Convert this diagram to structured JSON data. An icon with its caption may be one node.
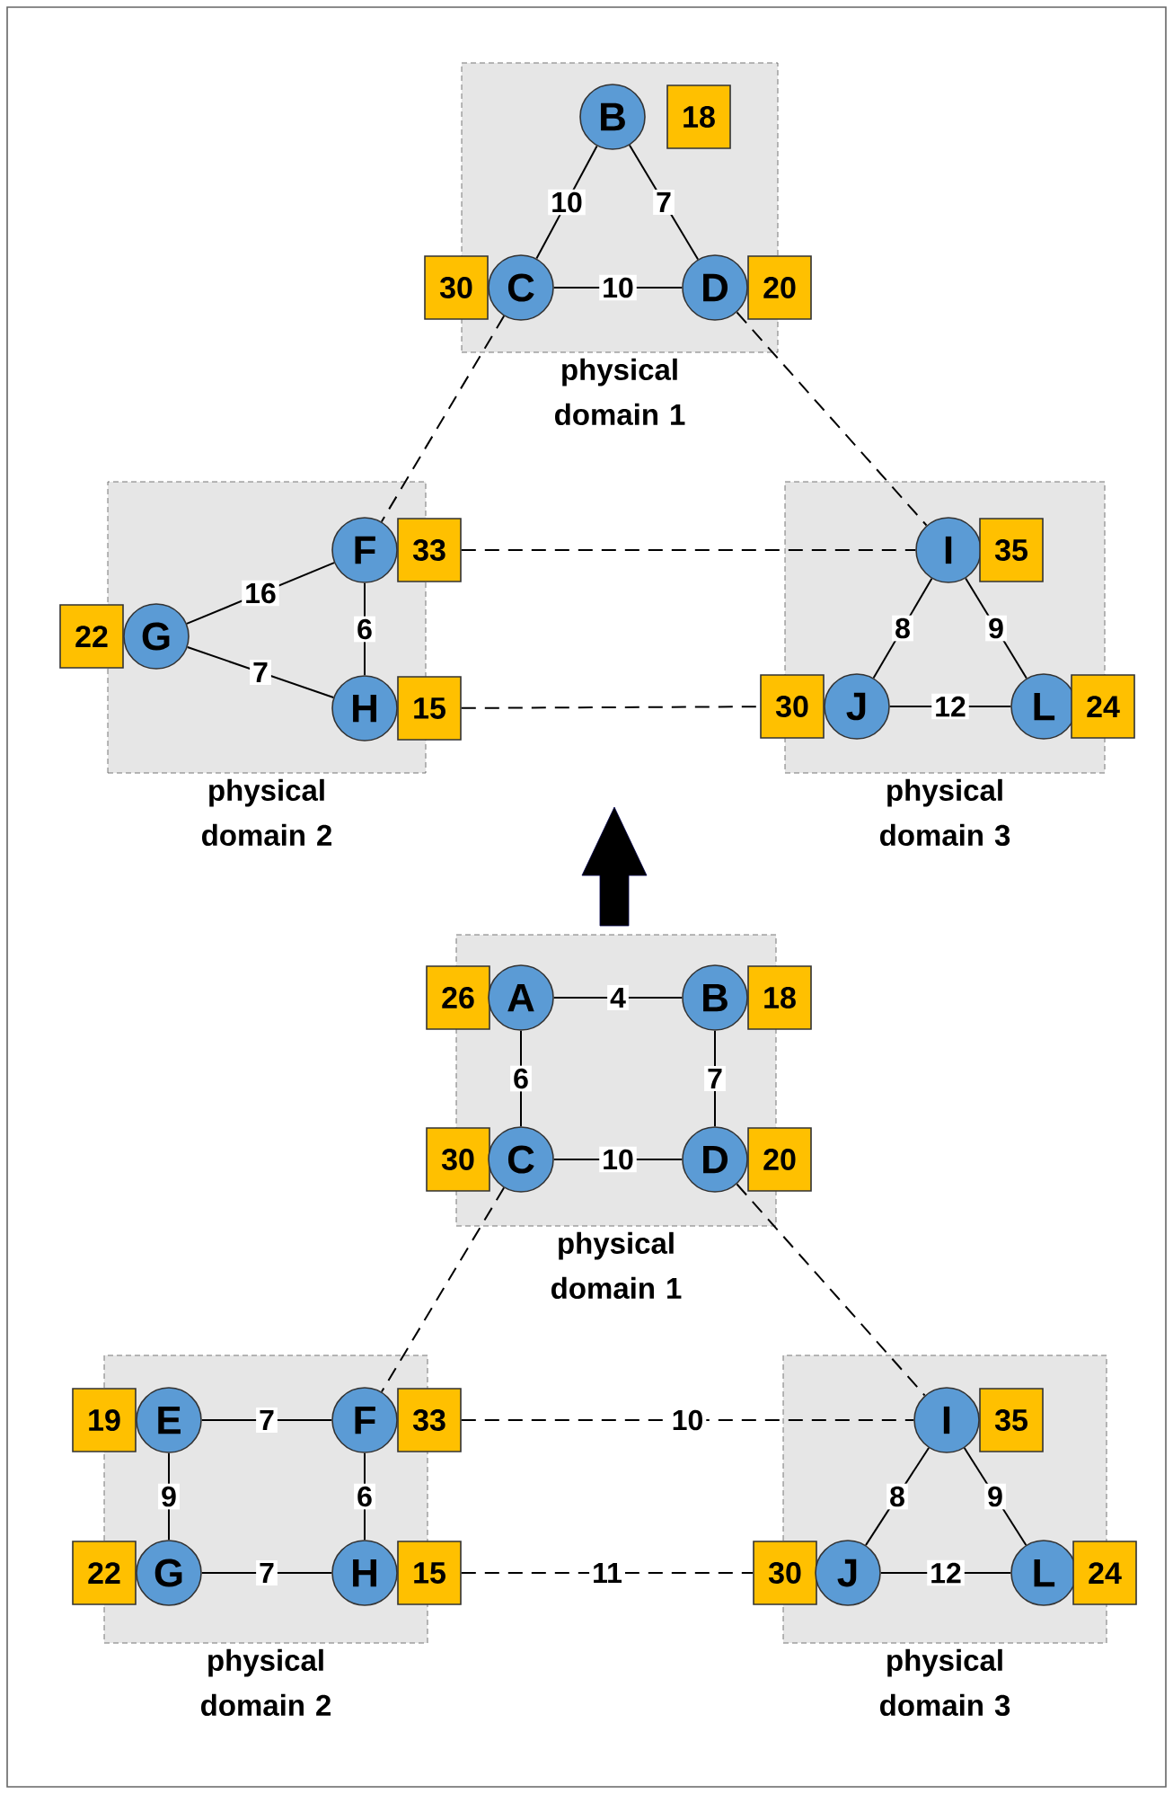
{
  "diagram": {
    "nodes": [
      {
        "text": [
          "physical domain 1"
        ]
      },
      {
        "text": [
          "B"
        ],
        "in": 0
      },
      {
        "text": [
          "18"
        ],
        "in": 0
      },
      {
        "text": [
          "30"
        ]
      },
      {
        "text": [
          "C"
        ],
        "in": 0
      },
      {
        "text": [
          "D"
        ],
        "in": 0
      },
      {
        "text": [
          "20"
        ]
      },
      {
        "text": [
          "physical domain 2"
        ]
      },
      {
        "text": [
          "22"
        ]
      },
      {
        "text": [
          "G"
        ],
        "in": 7
      },
      {
        "text": [
          "F"
        ],
        "in": 7
      },
      {
        "text": [
          "33"
        ]
      },
      {
        "text": [
          "H"
        ],
        "in": 7
      },
      {
        "text": [
          "15"
        ]
      },
      {
        "text": [
          "physical domain 3"
        ]
      },
      {
        "text": [
          "I"
        ],
        "in": 14
      },
      {
        "text": [
          "35"
        ],
        "in": 14
      },
      {
        "text": [
          "30"
        ]
      },
      {
        "text": [
          "J"
        ],
        "in": 14
      },
      {
        "text": [
          "L"
        ],
        "in": 14
      },
      {
        "text": [
          "24"
        ]
      },
      {
        "text": [
          "physical domain 1"
        ]
      },
      {
        "text": [
          "26"
        ]
      },
      {
        "text": [
          "A"
        ],
        "in": 21
      },
      {
        "text": [
          "B"
        ],
        "in": 21
      },
      {
        "text": [
          "18"
        ]
      },
      {
        "text": [
          "30"
        ]
      },
      {
        "text": [
          "C"
        ],
        "in": 21
      },
      {
        "text": [
          "D"
        ],
        "in": 21
      },
      {
        "text": [
          "20"
        ]
      },
      {
        "text": [
          "physical domain 2"
        ]
      },
      {
        "text": [
          "19"
        ]
      },
      {
        "text": [
          "E"
        ],
        "in": 30
      },
      {
        "text": [
          "F"
        ],
        "in": 30
      },
      {
        "text": [
          "33"
        ]
      },
      {
        "text": [
          "22"
        ]
      },
      {
        "text": [
          "G"
        ],
        "in": 30
      },
      {
        "text": [
          "H"
        ],
        "in": 30
      },
      {
        "text": [
          "15"
        ]
      },
      {
        "text": [
          "physical domain 3"
        ]
      },
      {
        "text": [
          "I"
        ],
        "in": 39
      },
      {
        "text": [
          "35"
        ],
        "in": 39
      },
      {
        "text": [
          "30"
        ]
      },
      {
        "text": [
          "J"
        ],
        "in": 39
      },
      {
        "text": [
          "L"
        ],
        "in": 39
      },
      {
        "text": [
          "24"
        ]
      }
    ],
    "edges": [
      {
        "from": 1,
        "to": 4,
        "arrow": "none",
        "label": "10"
      },
      {
        "from": 1,
        "to": 5,
        "arrow": "none",
        "label": "7"
      },
      {
        "from": 4,
        "to": 5,
        "arrow": "none",
        "label": "10"
      },
      {
        "from": 4,
        "to": 10,
        "arrow": "none",
        "style": "dashed"
      },
      {
        "from": 5,
        "to": 15,
        "arrow": "none",
        "style": "dashed"
      },
      {
        "from": 11,
        "to": 15,
        "arrow": "none",
        "style": "dashed"
      },
      {
        "from": 13,
        "to": 17,
        "arrow": "none",
        "style": "dashed"
      },
      {
        "from": 9,
        "to": 10,
        "arrow": "none",
        "label": "16"
      },
      {
        "from": 9,
        "to": 12,
        "arrow": "none",
        "label": "7"
      },
      {
        "from": 10,
        "to": 12,
        "arrow": "none",
        "label": "6"
      },
      {
        "from": 15,
        "to": 18,
        "arrow": "none",
        "label": "8"
      },
      {
        "from": 15,
        "to": 19,
        "arrow": "none",
        "label": "9"
      },
      {
        "from": 18,
        "to": 19,
        "arrow": "none",
        "label": "12"
      },
      {
        "from": 23,
        "to": 24,
        "arrow": "none",
        "label": "4"
      },
      {
        "from": 23,
        "to": 27,
        "arrow": "none",
        "label": "6"
      },
      {
        "from": 24,
        "to": 28,
        "arrow": "none",
        "label": "7"
      },
      {
        "from": 27,
        "to": 28,
        "arrow": "none",
        "label": "10"
      },
      {
        "from": 27,
        "to": 33,
        "arrow": "none",
        "style": "dashed"
      },
      {
        "from": 28,
        "to": 40,
        "arrow": "none",
        "style": "dashed"
      },
      {
        "from": 32,
        "to": 33,
        "arrow": "none",
        "label": "7"
      },
      {
        "from": 32,
        "to": 36,
        "arrow": "none",
        "label": "9"
      },
      {
        "from": 33,
        "to": 37,
        "arrow": "none",
        "label": "6"
      },
      {
        "from": 36,
        "to": 37,
        "arrow": "none",
        "label": "7"
      },
      {
        "from": 34,
        "to": 40,
        "arrow": "none",
        "style": "dashed",
        "label": "10"
      },
      {
        "from": 38,
        "to": 42,
        "arrow": "none",
        "style": "dashed",
        "label": "11"
      },
      {
        "from": 40,
        "to": 43,
        "arrow": "none",
        "label": "8"
      },
      {
        "from": 40,
        "to": 44,
        "arrow": "none",
        "label": "9"
      },
      {
        "from": 43,
        "to": 44,
        "arrow": "none",
        "label": "12"
      }
    ]
  }
}
